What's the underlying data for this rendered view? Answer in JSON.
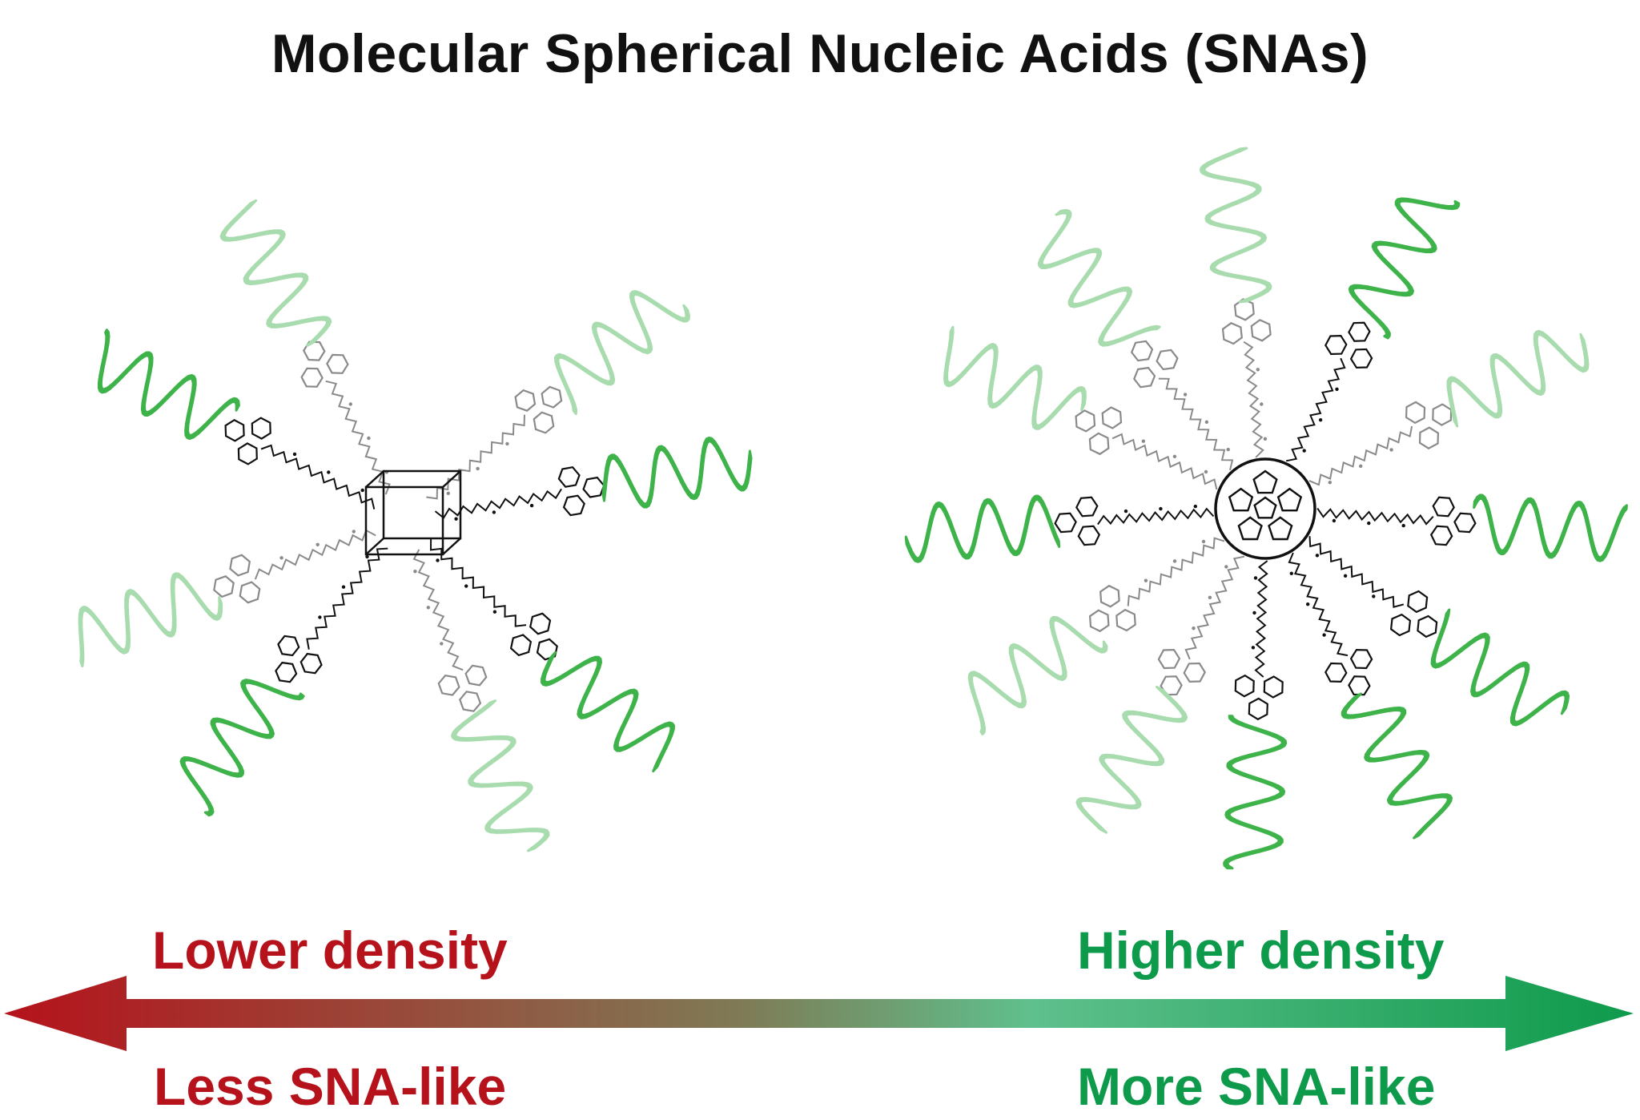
{
  "title": "Molecular Spherical Nucleic Acids (SNAs)",
  "left_label_top": "Lower density",
  "left_label_bottom": "Less SNA-like",
  "right_label_top": "Higher density",
  "right_label_bottom": "More SNA-like",
  "colors": {
    "low": "#b5121b",
    "high": "#0e9a4b",
    "arrow_mid": "#5fc08d",
    "strand_dark": "#3db34a",
    "strand_light": "#a8dcae",
    "linker_dark": "#111111",
    "linker_light": "#8a8a8a"
  },
  "icons": {
    "left_core": "silsesquioxane-cage-icon",
    "right_core": "fullerene-cage-icon",
    "strands": "dna-helix-icon"
  }
}
